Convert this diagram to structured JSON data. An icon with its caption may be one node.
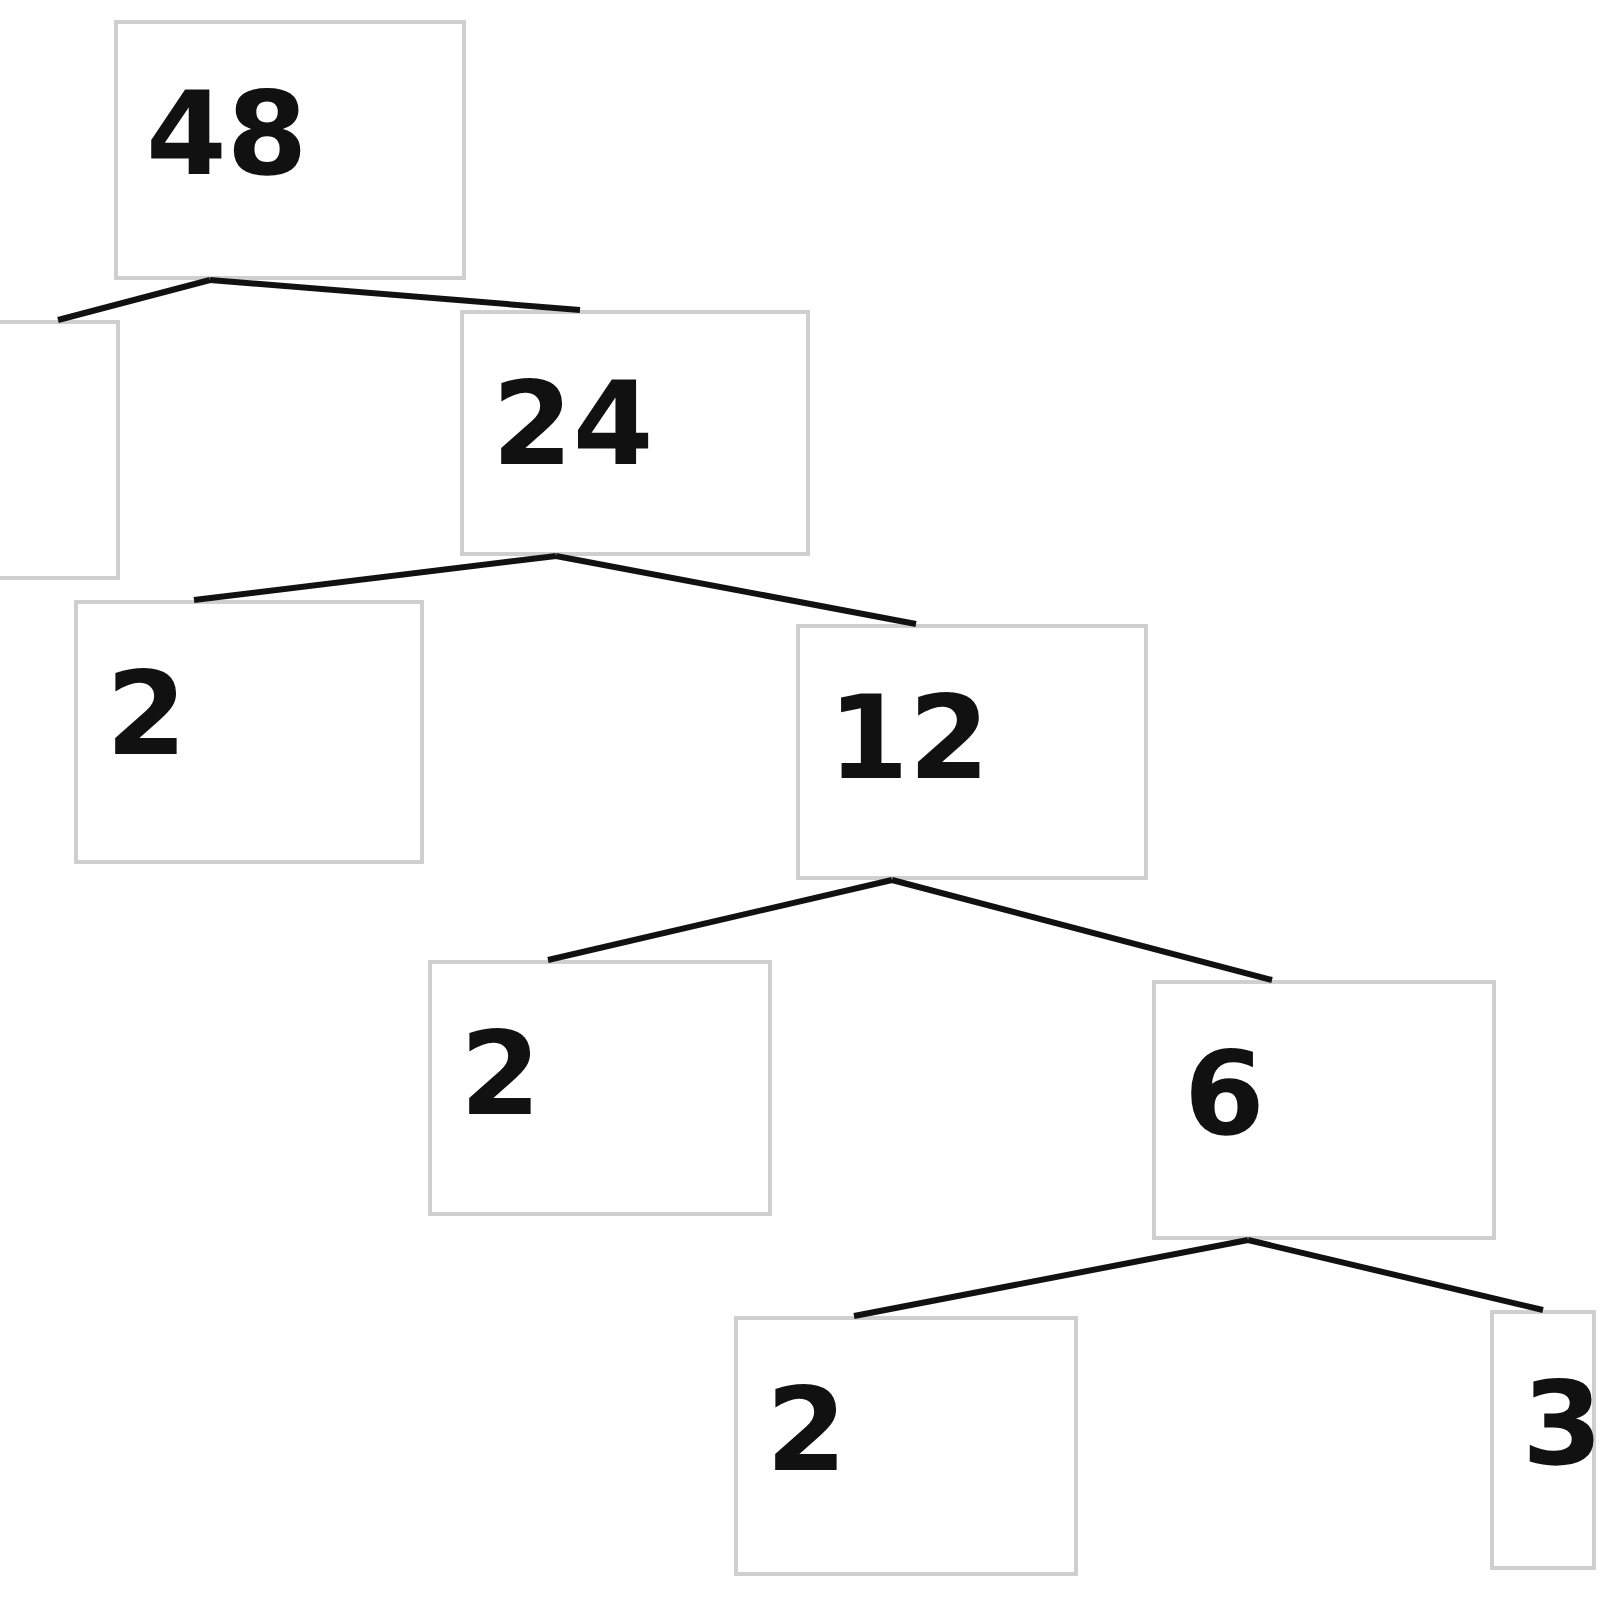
{
  "diagram": {
    "nodes": [
      {
        "text": [
          "48"
        ]
      },
      {
        "text": [],
        "shape": "box"
      },
      {
        "text": [
          "24"
        ]
      },
      {
        "text": [
          "2"
        ]
      },
      {
        "text": [
          "12"
        ]
      },
      {
        "text": [
          "2"
        ]
      },
      {
        "text": [
          "6"
        ]
      },
      {
        "text": [
          "2"
        ]
      },
      {
        "text": [
          "3"
        ]
      }
    ],
    "edges": [
      {
        "from": 0,
        "to": 1,
        "arrow": "none"
      },
      {
        "from": 0,
        "to": 2,
        "arrow": "none"
      },
      {
        "from": 2,
        "to": 3,
        "arrow": "none"
      },
      {
        "from": 2,
        "to": 4,
        "arrow": "none"
      },
      {
        "from": 4,
        "to": 5,
        "arrow": "none"
      },
      {
        "from": 4,
        "to": 6,
        "arrow": "none"
      },
      {
        "from": 6,
        "to": 7,
        "arrow": "none"
      },
      {
        "from": 6,
        "to": 8,
        "arrow": "none"
      }
    ]
  }
}
